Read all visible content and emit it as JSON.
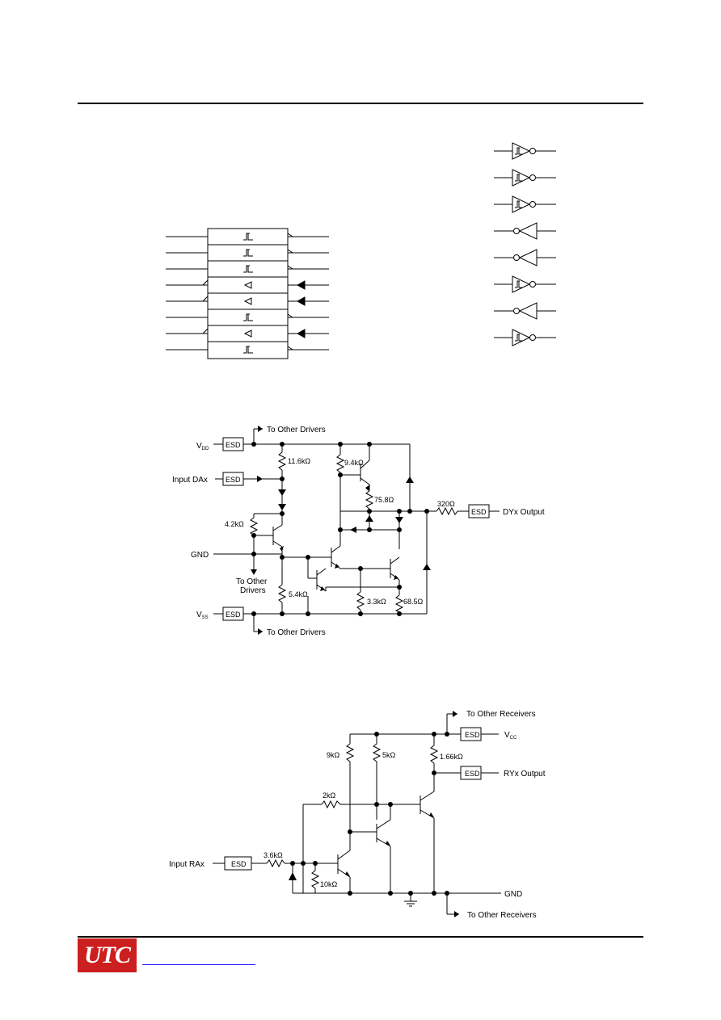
{
  "driver_circuit": {
    "vdd_label": "V",
    "vdd_sub": "DD",
    "vss_label": "V",
    "vss_sub": "SS",
    "to_other_drivers_top": "To Other Drivers",
    "to_other_drivers_bottom": "To Other Drivers",
    "to_other_drivers_mid": [
      "To Other",
      "Drivers"
    ],
    "input_label": "Input DAx",
    "gnd_label": "GND",
    "output_label": "DYx Output",
    "esd_label": "ESD",
    "resistors": [
      "11.6kΩ",
      "4.2kΩ",
      "9.4kΩ",
      "75.8Ω",
      "320Ω",
      "5.4kΩ",
      "3.3kΩ",
      "68.5Ω"
    ]
  },
  "receiver_circuit": {
    "to_other_receivers_top": "To Other Receivers",
    "to_other_receivers_bottom": "To Other Receivers",
    "vcc_label": "V",
    "vcc_sub": "CC",
    "output_label": "RYx Output",
    "input_label": "Input RAx",
    "gnd_label": "GND",
    "esd_label": "ESD",
    "resistors": [
      "9kΩ",
      "5kΩ",
      "1.66kΩ",
      "2kΩ",
      "3.6kΩ",
      "10kΩ"
    ]
  },
  "footer": {
    "logo_text": "UTC",
    "colors": {
      "logo_bg": "#cc1f1f",
      "link": "#1a1aff"
    }
  }
}
